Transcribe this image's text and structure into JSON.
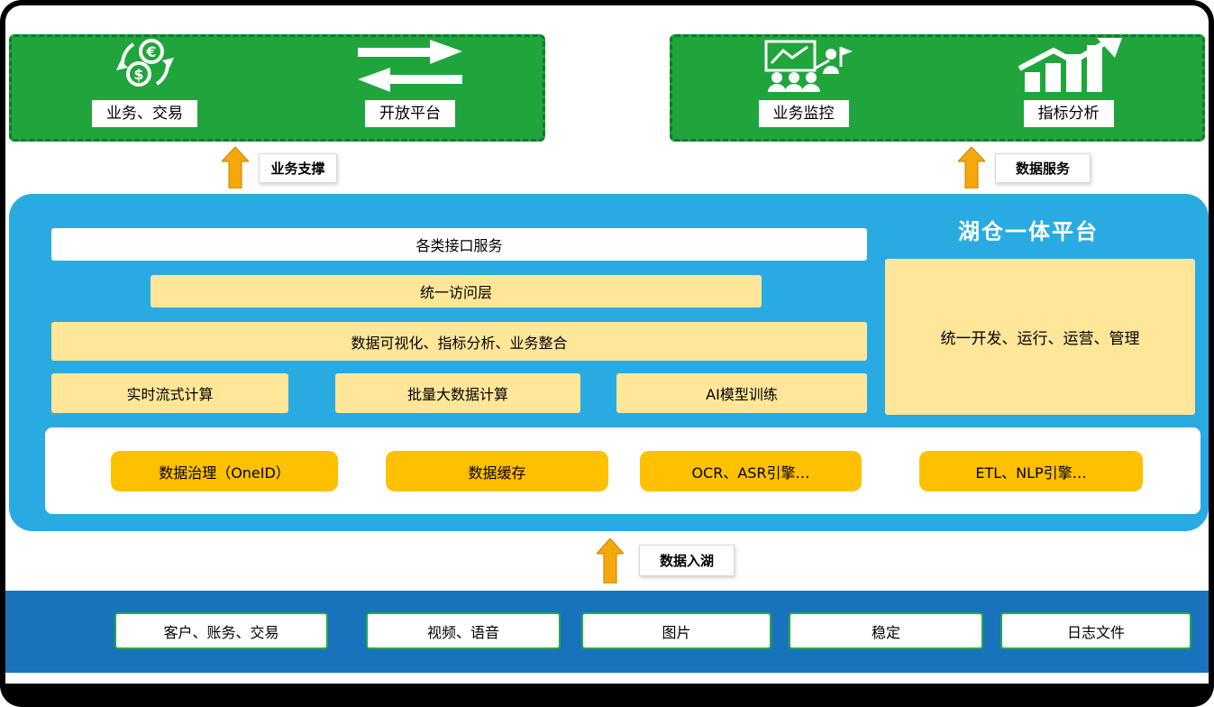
{
  "top_left_group": {
    "items": [
      {
        "label": "业务、交易",
        "icon": "currency-exchange-icon"
      },
      {
        "label": "开放平台",
        "icon": "open-platform-arrows-icon"
      }
    ]
  },
  "top_right_group": {
    "items": [
      {
        "label": "业务监控",
        "icon": "business-monitoring-icon"
      },
      {
        "label": "指标分析",
        "icon": "metrics-growth-icon"
      }
    ]
  },
  "flow_labels": {
    "business_support": "业务支撑",
    "data_service": "数据服务",
    "data_ingest": "数据入湖"
  },
  "platform": {
    "title": "湖仓一体平台",
    "interface_layer": "各类接口服务",
    "access_layer": "统一访问层",
    "visualization_layer": "数据可视化、指标分析、业务整合",
    "compute_boxes": [
      "实时流式计算",
      "批量大数据计算",
      "AI模型训练"
    ],
    "management_box": "统一开发、运行、运营、管理",
    "engine_boxes": [
      "数据治理（OneID）",
      "数据缓存",
      "OCR、ASR引擎…",
      "ETL、NLP引擎…"
    ]
  },
  "data_sources": [
    "客户、账务、交易",
    "视频、语音",
    "图片",
    "稳定",
    "日志文件"
  ],
  "colors": {
    "green": "#1FA53C",
    "platform_blue": "#29ABE2",
    "source_bar_blue": "#1873BC",
    "light_yellow": "#FFE699",
    "engine_gold": "#FFC000",
    "arrow_gold": "#F5A80C"
  }
}
